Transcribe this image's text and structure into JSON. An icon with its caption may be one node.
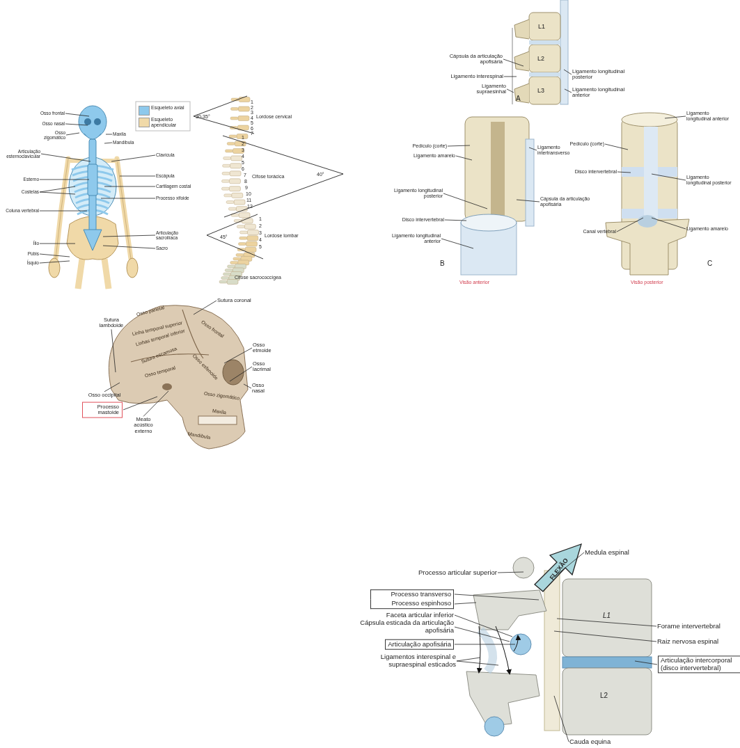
{
  "diagram": {
    "nodes": [
      {
        "text": [
          "Osso frontal"
        ]
      },
      {
        "text": [
          "Osso nasal"
        ]
      },
      {
        "text": [
          "Osso zigomático"
        ]
      },
      {
        "text": [
          "Maxila"
        ]
      },
      {
        "text": [
          "Mandíbula"
        ]
      },
      {
        "text": [
          "Articulação esternoclavicular"
        ]
      },
      {
        "text": [
          "Clavícula"
        ]
      },
      {
        "text": [
          "Esterno"
        ]
      },
      {
        "text": [
          "Escápula"
        ]
      },
      {
        "text": [
          "Costelas"
        ]
      },
      {
        "text": [
          "Cartilagem costal"
        ]
      },
      {
        "text": [
          "Processo xifoide"
        ]
      },
      {
        "text": [
          "Coluna vertebral"
        ]
      },
      {
        "text": [
          "Articulação sacroilíaca"
        ]
      },
      {
        "text": [
          "Sacro"
        ]
      },
      {
        "text": [
          "Ílio"
        ]
      },
      {
        "text": [
          "Púbis"
        ]
      },
      {
        "text": [
          "Ísquio"
        ]
      },
      {
        "text": [
          "Sutura coronal"
        ]
      },
      {
        "text": [
          "Sutura lambdoide"
        ]
      },
      {
        "text": [
          "Osso etmoide"
        ]
      },
      {
        "text": [
          "Osso lacrimal"
        ]
      },
      {
        "text": [
          "Osso nasal"
        ]
      },
      {
        "text": [
          "Osso occipital"
        ]
      },
      {
        "text": [
          "Processo mastoide"
        ]
      },
      {
        "text": [
          "Meato acústico externo"
        ]
      },
      {
        "text": [
          "Cápsula da articulação apofisária"
        ]
      },
      {
        "text": [
          "Ligamento interespinal"
        ]
      },
      {
        "text": [
          "Ligamento supraesinhal"
        ]
      },
      {
        "text": [
          "Ligamento longitudinal posterior"
        ]
      },
      {
        "text": [
          "Ligamento longitudinal anterior"
        ]
      },
      {
        "text": [
          "Pedículo (corte)"
        ]
      },
      {
        "text": [
          "Ligamento amarelo"
        ]
      },
      {
        "text": [
          "Ligamento intertransverso"
        ]
      },
      {
        "text": [
          "Ligamento longitudinal posterior"
        ]
      },
      {
        "text": [
          "Cápsula da articulação apofisária"
        ]
      },
      {
        "text": [
          "Disco intervertebral"
        ]
      },
      {
        "text": [
          "Ligamento longitudinal anterior"
        ]
      },
      {
        "text": [
          "Ligamento longitudinal anterior"
        ]
      },
      {
        "text": [
          "Pedículo (corte)"
        ]
      },
      {
        "text": [
          "Disco intervertebral"
        ]
      },
      {
        "text": [
          "Ligamento longitudinal posterior"
        ]
      },
      {
        "text": [
          "Canal vertebral"
        ]
      },
      {
        "text": [
          "Ligamento amarelo"
        ]
      },
      {
        "text": [
          "Processo articular superior"
        ]
      },
      {
        "text": [
          "Medula espinal"
        ]
      },
      {
        "text": [
          "Processo transverso"
        ]
      },
      {
        "text": [
          "Processo espinhoso"
        ]
      },
      {
        "text": [
          "Faceta articular inferior"
        ]
      },
      {
        "text": [
          "Cápsula esticada da articulação apofisária"
        ]
      },
      {
        "text": [
          "Articulação apofisária"
        ]
      },
      {
        "text": [
          "Ligamentos interespinal e supraespinal esticados"
        ]
      },
      {
        "text": [
          "Forame intervertebral"
        ]
      },
      {
        "text": [
          "Raiz nervosa espinal"
        ]
      },
      {
        "text": [
          "Articulação intercorporal (disco intervertebral)"
        ]
      },
      {
        "text": [
          "Cauda equina"
        ]
      },
      {
        "text": [
          "Osso parietal",
          "Osso frontal",
          "Linha temporal superior",
          "Linhas temporal inferior",
          "Sutura escamosa",
          "Osso esfenoide",
          "Osso temporal",
          "Osso zigomático",
          "Maxila",
          "Mandíbula"
        ]
      },
      {
        "text": [
          "L1",
          "L2",
          "L3"
        ]
      },
      {
        "text": [
          "L1",
          "L2"
        ]
      }
    ],
    "edges": [
      {
        "from": 0,
        "to": null,
        "arrow": "none"
      },
      {
        "from": 1,
        "to": null,
        "arrow": "none"
      },
      {
        "from": 2,
        "to": null,
        "arrow": "none"
      },
      {
        "from": 3,
        "to": null,
        "arrow": "none"
      },
      {
        "from": 4,
        "to": null,
        "arrow": "none"
      },
      {
        "from": 5,
        "to": null,
        "arrow": "none"
      },
      {
        "from": 6,
        "to": null,
        "arrow": "none"
      },
      {
        "from": 7,
        "to": null,
        "arrow": "none"
      },
      {
        "from": 8,
        "to": null,
        "arrow": "none"
      },
      {
        "from": 9,
        "to": null,
        "arrow": "none"
      },
      {
        "from": 9,
        "to": null,
        "arrow": "none"
      },
      {
        "from": 10,
        "to": null,
        "arrow": "none"
      },
      {
        "from": 11,
        "to": null,
        "arrow": "none"
      },
      {
        "from": 12,
        "to": null,
        "arrow": "none"
      },
      {
        "from": 13,
        "to": null,
        "arrow": "none"
      },
      {
        "from": 14,
        "to": null,
        "arrow": "none"
      },
      {
        "from": 15,
        "to": null,
        "arrow": "none"
      },
      {
        "from": 16,
        "to": null,
        "arrow": "none"
      },
      {
        "from": 17,
        "to": null,
        "arrow": "none"
      },
      {
        "from": 18,
        "to": 56,
        "arrow": "none"
      },
      {
        "from": 19,
        "to": 56,
        "arrow": "none"
      },
      {
        "from": 20,
        "to": 56,
        "arrow": "none"
      },
      {
        "from": 21,
        "to": 56,
        "arrow": "none"
      },
      {
        "from": 22,
        "to": 56,
        "arrow": "none"
      },
      {
        "from": 23,
        "to": 56,
        "arrow": "none"
      },
      {
        "from": 24,
        "to": 56,
        "arrow": "none"
      },
      {
        "from": 25,
        "to": 56,
        "arrow": "none"
      },
      {
        "from": 26,
        "to": 57,
        "arrow": "none"
      },
      {
        "from": 27,
        "to": 57,
        "arrow": "none"
      },
      {
        "from": 28,
        "to": 57,
        "arrow": "none"
      },
      {
        "from": 29,
        "to": 57,
        "arrow": "none"
      },
      {
        "from": 30,
        "to": 57,
        "arrow": "none"
      },
      {
        "from": 31,
        "to": null,
        "arrow": "none"
      },
      {
        "from": 32,
        "to": null,
        "arrow": "none"
      },
      {
        "from": 33,
        "to": null,
        "arrow": "none"
      },
      {
        "from": 34,
        "to": null,
        "arrow": "none"
      },
      {
        "from": 35,
        "to": null,
        "arrow": "none"
      },
      {
        "from": 36,
        "to": null,
        "arrow": "none"
      },
      {
        "from": 37,
        "to": null,
        "arrow": "none"
      },
      {
        "from": 38,
        "to": null,
        "arrow": "none"
      },
      {
        "from": 39,
        "to": null,
        "arrow": "none"
      },
      {
        "from": 40,
        "to": null,
        "arrow": "none"
      },
      {
        "from": 41,
        "to": null,
        "arrow": "none"
      },
      {
        "from": 42,
        "to": null,
        "arrow": "none"
      },
      {
        "from": 43,
        "to": null,
        "arrow": "none"
      },
      {
        "from": 44,
        "to": 58,
        "arrow": "none"
      },
      {
        "from": 45,
        "to": 58,
        "arrow": "none"
      },
      {
        "from": 46,
        "to": 58,
        "arrow": "none"
      },
      {
        "from": 47,
        "to": 58,
        "arrow": "none"
      },
      {
        "from": 48,
        "to": 58,
        "arrow": "none"
      },
      {
        "from": 49,
        "to": 58,
        "arrow": "none"
      },
      {
        "from": 50,
        "to": 58,
        "arrow": "none"
      },
      {
        "from": 51,
        "to": 58,
        "arrow": "none"
      },
      {
        "from": 51,
        "to": 58,
        "arrow": "none"
      },
      {
        "from": 52,
        "to": 58,
        "arrow": "none"
      },
      {
        "from": 53,
        "to": 58,
        "arrow": "none"
      },
      {
        "from": 54,
        "to": 58,
        "arrow": "none"
      },
      {
        "from": 55,
        "to": 58,
        "arrow": "none"
      }
    ],
    "labels": [
      "30-35°",
      "Lordose cervical",
      "1",
      "2",
      "3",
      "4",
      "5",
      "6",
      "7",
      "Cifose torácica",
      "40°",
      "1",
      "2",
      "3",
      "4",
      "5",
      "6",
      "7",
      "8",
      "9",
      "10",
      "11",
      "12",
      "45°",
      "Lordose lombar",
      "1",
      "2",
      "3",
      "4",
      "5",
      "Cifose sacrococcígea",
      "A",
      "B",
      "Visão anterior",
      "C",
      "Visão posterior",
      "FLEXÃO"
    ],
    "legend": [
      {
        "text": "Esqueleto axial",
        "color": "#8ec9ec"
      },
      {
        "text": "Esqueleto apendicular",
        "color": "#f0d9a8"
      }
    ]
  }
}
